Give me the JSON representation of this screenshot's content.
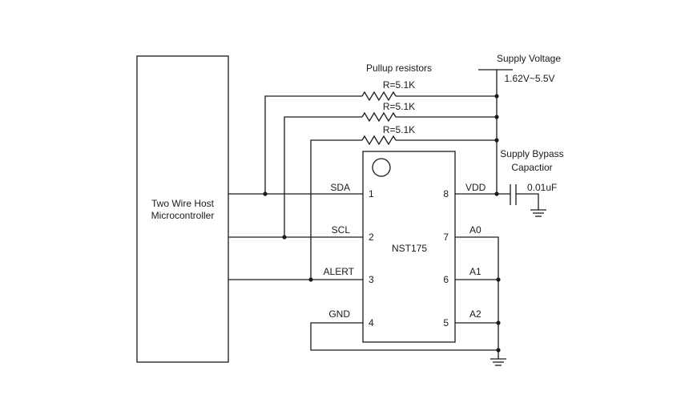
{
  "host": {
    "label_line1": "Two Wire Host",
    "label_line2": "Microcontroller"
  },
  "chip": {
    "name": "NST175",
    "left_pins": [
      {
        "number": "1",
        "signal": "SDA"
      },
      {
        "number": "2",
        "signal": "SCL"
      },
      {
        "number": "3",
        "signal": "ALERT"
      },
      {
        "number": "4",
        "signal": "GND"
      }
    ],
    "right_pins": [
      {
        "number": "8",
        "signal": "VDD"
      },
      {
        "number": "7",
        "signal": "A0"
      },
      {
        "number": "6",
        "signal": "A1"
      },
      {
        "number": "5",
        "signal": "A2"
      }
    ]
  },
  "pullups": {
    "title": "Pullup resistors",
    "resistors": [
      "R=5.1K",
      "R=5.1K",
      "R=5.1K"
    ]
  },
  "supply": {
    "title": "Supply Voltage",
    "range": "1.62V~5.5V"
  },
  "bypass": {
    "title_line1": "Supply Bypass",
    "title_line2": "Capactior",
    "value": "0.01uF"
  }
}
